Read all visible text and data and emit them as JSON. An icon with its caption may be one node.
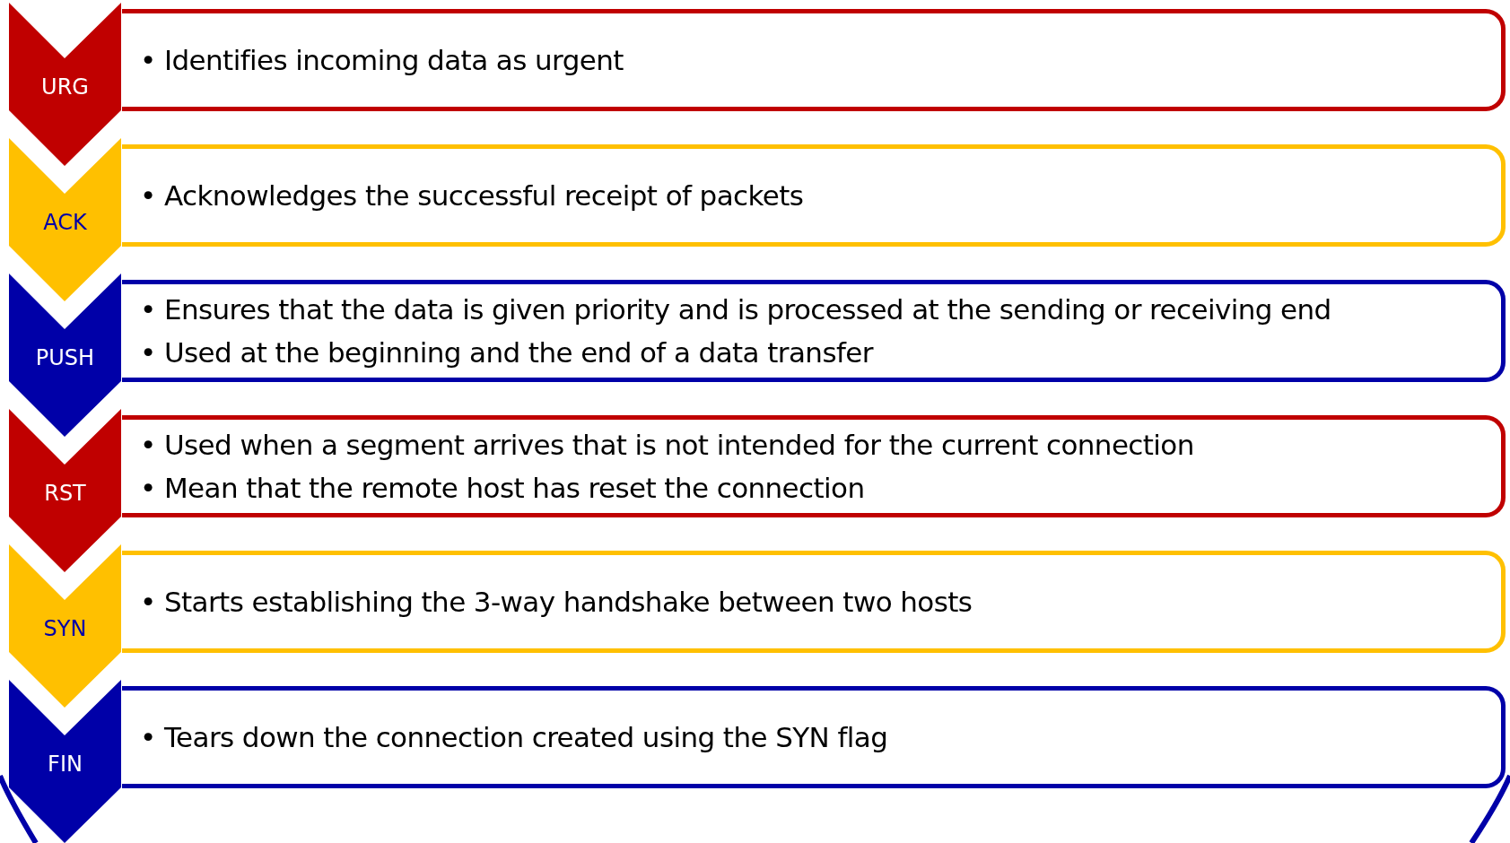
{
  "diagram": {
    "nodes": [
      {
        "text": [
          "URG"
        ]
      },
      {
        "text": [
          "• Identifies incoming data as urgent"
        ]
      },
      {
        "text": [
          "ACK"
        ]
      },
      {
        "text": [
          "• Acknowledges the successful receipt of packets"
        ]
      },
      {
        "text": [
          "PUSH"
        ]
      },
      {
        "text": [
          "• Ensures that the data is given priority and is processed at the sending or receiving end",
          "• Used at the beginning and the end of a data transfer"
        ]
      },
      {
        "text": [
          "RST"
        ]
      },
      {
        "text": [
          "• Used when a segment arrives that is not intended for the current connection",
          "• Mean that the remote host has reset the connection"
        ]
      },
      {
        "text": [
          "SYN"
        ]
      },
      {
        "text": [
          "• Starts establishing the 3-way handshake between two hosts"
        ]
      },
      {
        "text": [
          "FIN"
        ]
      },
      {
        "text": [
          "• Tears down the connection created using the SYN flag"
        ]
      }
    ]
  }
}
